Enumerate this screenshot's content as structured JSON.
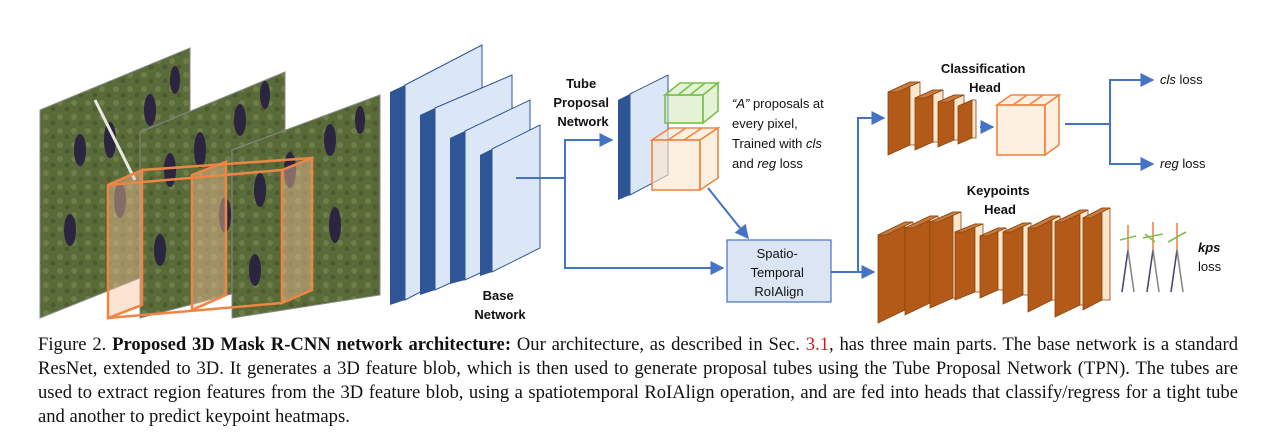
{
  "labels": {
    "tpn": [
      "Tube",
      "Proposal",
      "Network"
    ],
    "base": [
      "Base",
      "Network"
    ],
    "proposals_note": [
      "“A” proposals at",
      "every pixel,",
      "Trained with cls",
      "and reg loss"
    ],
    "roialign": [
      "Spatio-",
      "Temporal",
      "RoIAlign"
    ],
    "cls_head": [
      "Classification",
      "Head"
    ],
    "kps_head": [
      "Keypoints",
      "Head"
    ],
    "cls_loss": "cls loss",
    "reg_loss": "reg loss",
    "kps_loss": [
      "kps",
      "loss"
    ]
  },
  "caption": {
    "figure_label": "Figure 2.",
    "title": "Proposed 3D Mask R-CNN network architecture:",
    "text_before_ref": "Our architecture, as described in Sec.",
    "ref": "3.1",
    "text_after_ref": ", has three main parts. The base network is a standard ResNet, extended to 3D. It generates a 3D feature blob, which is then used to generate proposal tubes using the Tube Proposal Network (TPN). The tubes are used to extract region features from the 3D feature blob, using a spatiotemporal RoIAlign operation, and are fed into heads that classify/regress for a tight tube and another to predict keypoint heatmaps."
  },
  "colors": {
    "base_blue": "#2e5596",
    "base_face": "#dbe6f6",
    "arrow": "#4472c4",
    "orange": "#ee8544",
    "green": "#7cc04c",
    "brown": "#b35a18",
    "peach": "#fde6cc",
    "roialign_fill": "#dbe5f3"
  }
}
